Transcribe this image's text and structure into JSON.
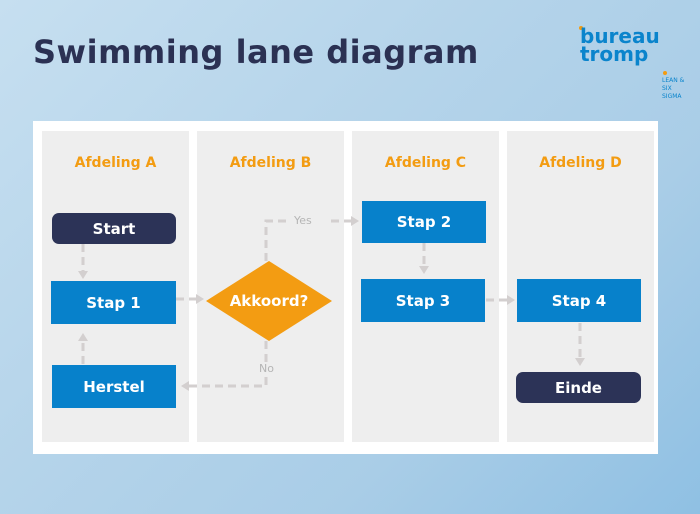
{
  "title": "Swimming lane diagram",
  "logo": {
    "line1": "bureau",
    "line2": "tromp",
    "tagline_1": "LEAN &",
    "tagline_2": "SIX SIGMA",
    "color": "#0a84cc",
    "accent": "#f39c12"
  },
  "lanes": [
    {
      "label": "Afdeling A"
    },
    {
      "label": "Afdeling B"
    },
    {
      "label": "Afdeling C"
    },
    {
      "label": "Afdeling D"
    }
  ],
  "nodes": {
    "start": "Start",
    "stap1": "Stap 1",
    "herstel": "Herstel",
    "decision": "Akkoord?",
    "stap2": "Stap 2",
    "stap3": "Stap 3",
    "stap4": "Stap 4",
    "einde": "Einde"
  },
  "edges": {
    "yes": "Yes",
    "no": "No"
  },
  "colors": {
    "title": "#2b3153",
    "lane_header": "#f39c12",
    "process": "#0781cb",
    "terminal": "#2c3357",
    "decision": "#f39c12",
    "connector": "#d3cfcf",
    "lane_bg": "#eeeeee"
  }
}
